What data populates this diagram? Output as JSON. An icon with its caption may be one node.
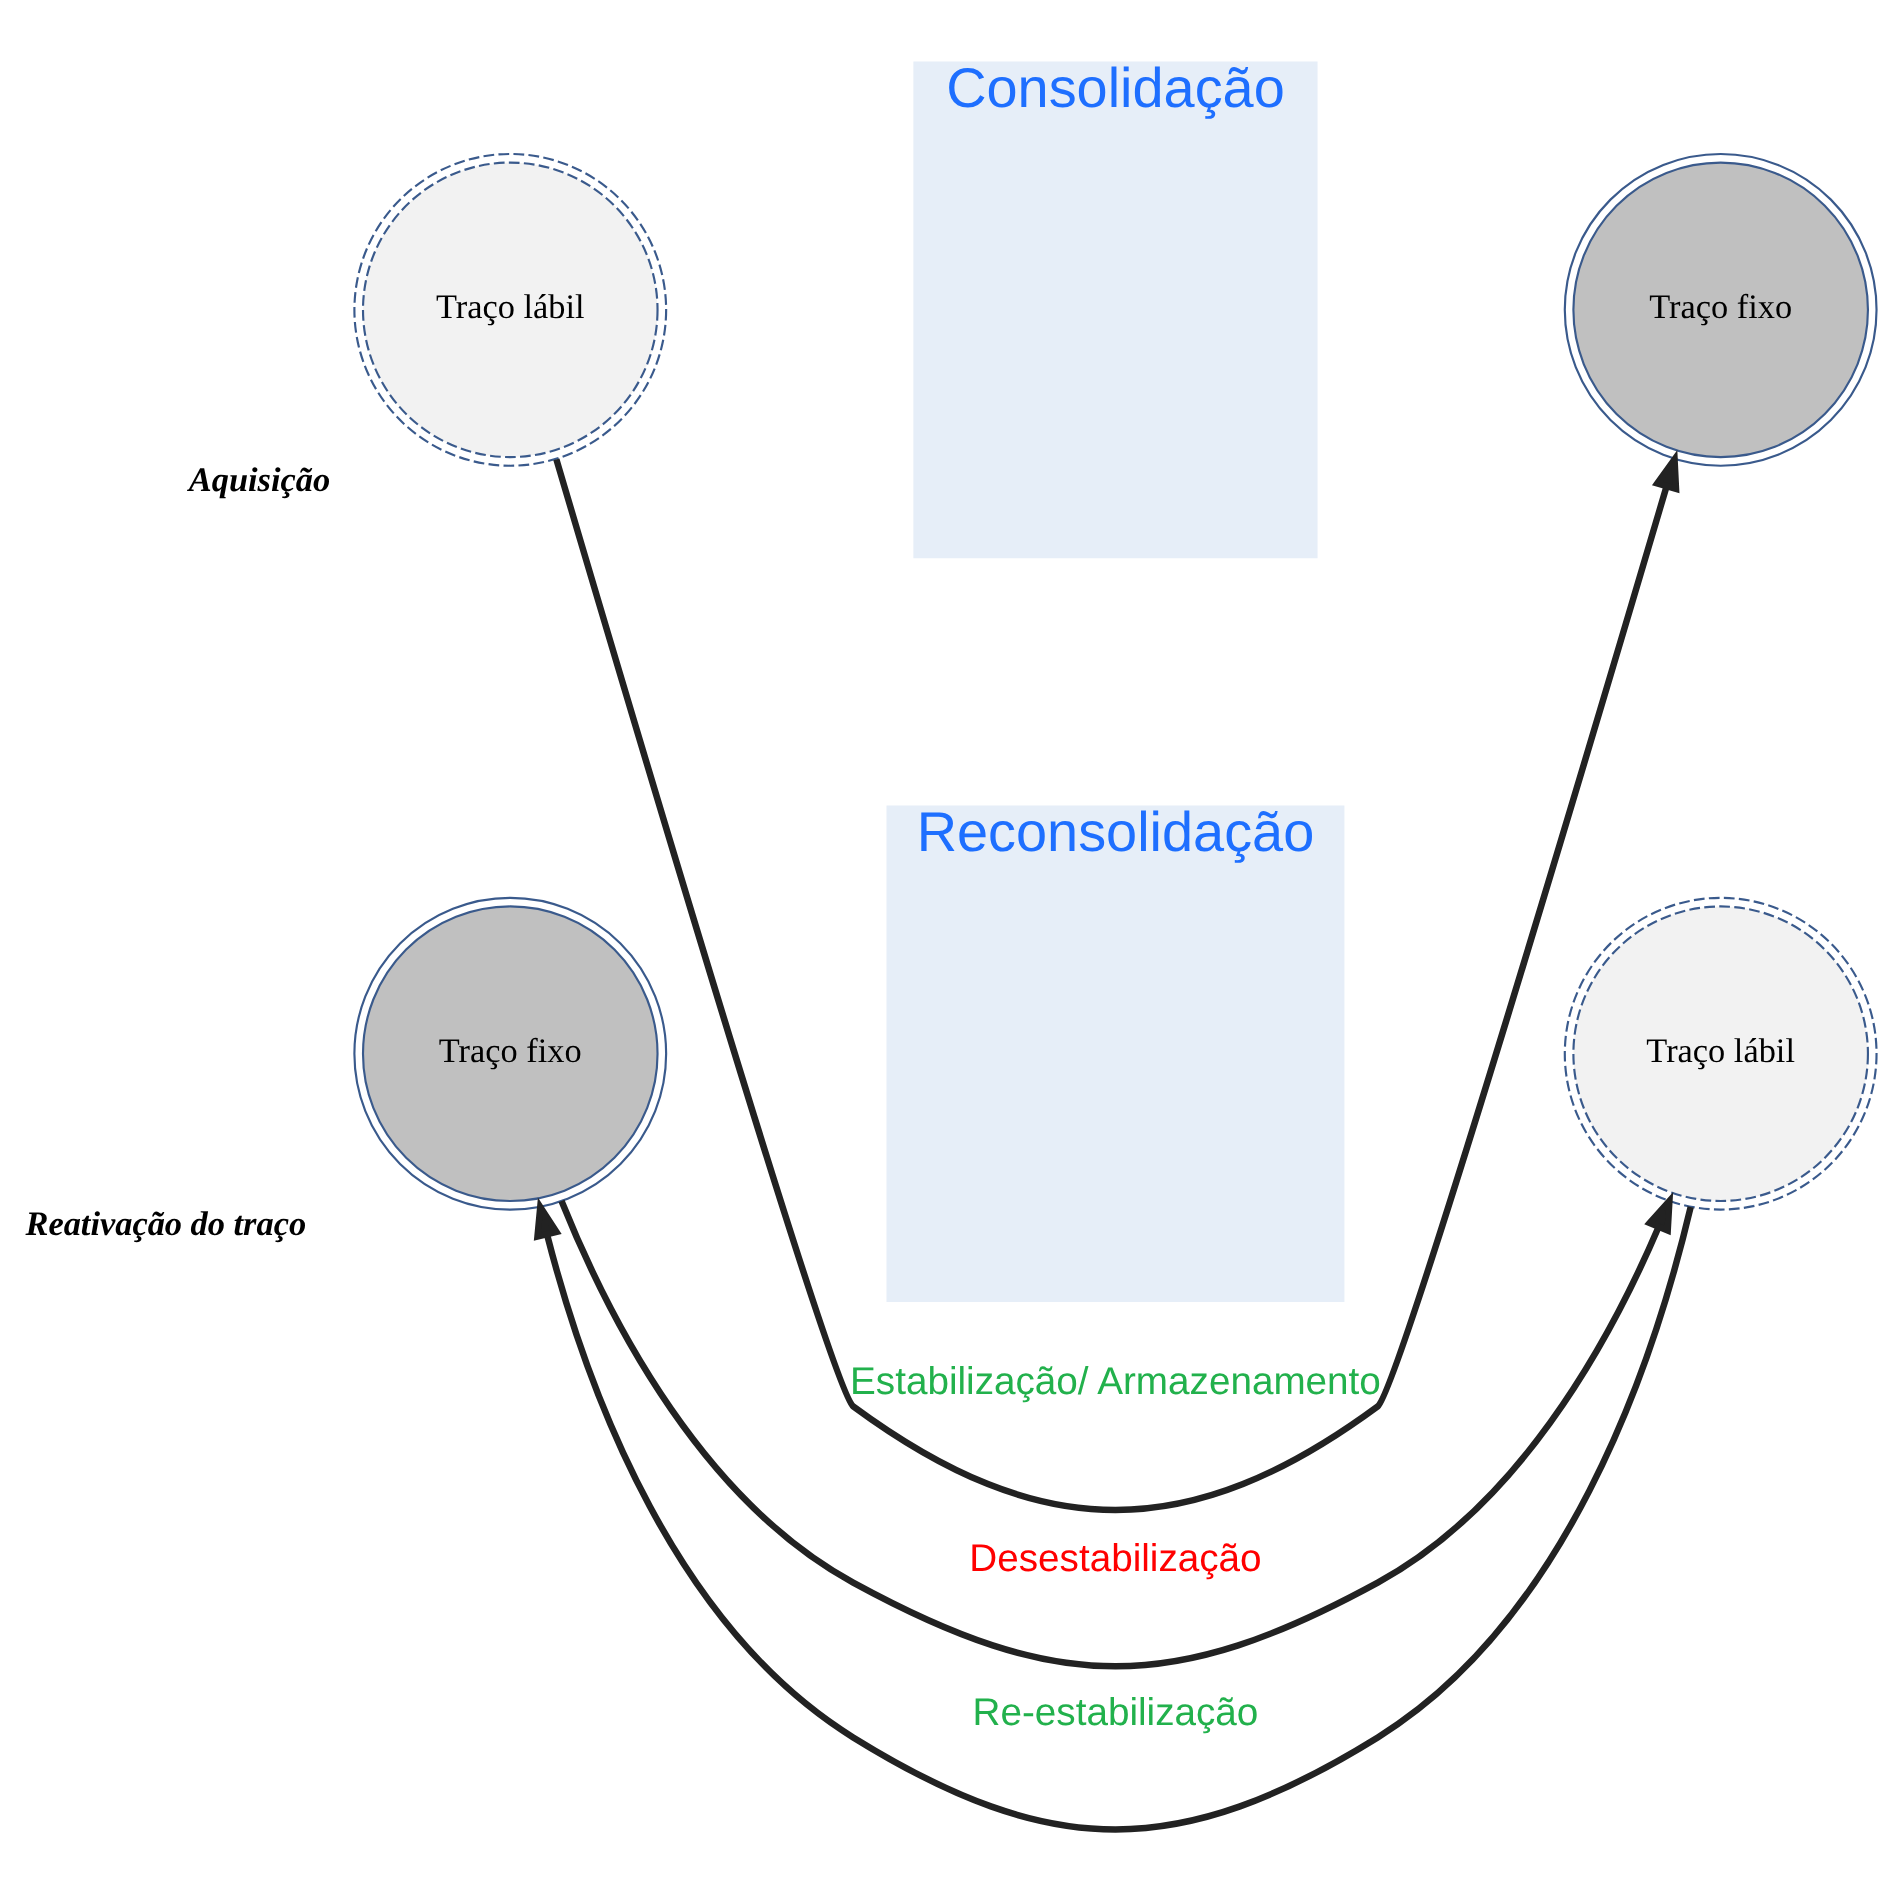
{
  "diagram": {
    "nodes": [
      {
        "text": [
          "Consolidação"
        ]
      },
      {
        "text": [
          "Traço lábil"
        ],
        "beside": [
          "Aquisição"
        ]
      },
      {
        "text": [
          "Traço fixo"
        ]
      },
      {
        "text": [
          "Reconsolidação"
        ]
      },
      {
        "text": [
          "Traço fixo"
        ],
        "beside": [
          "Reativação do traço"
        ]
      },
      {
        "text": [
          "Traço lábil"
        ]
      }
    ],
    "edges": [
      {
        "from": 1,
        "to": 2,
        "arrow": "to",
        "label": "Estabilização/ Armazenamento"
      },
      {
        "from": 4,
        "to": 5,
        "arrow": "to",
        "label": "Desestabilização"
      },
      {
        "from": 5,
        "to": 4,
        "arrow": "to",
        "label": "Re-estabilização"
      }
    ]
  }
}
